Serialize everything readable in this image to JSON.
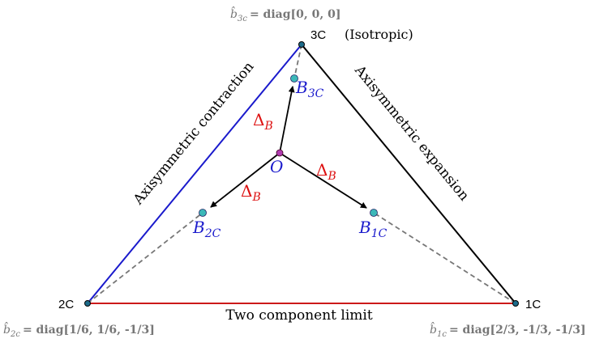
{
  "diagram": {
    "vertices": {
      "top": {
        "label": "3C",
        "annotation": "(Isotropic)",
        "tensor_symbol": "b̂",
        "tensor_sub": "3c",
        "tensor_value": "= diag[0, 0, 0]"
      },
      "left": {
        "label": "2C",
        "tensor_symbol": "b̂",
        "tensor_sub": "2c",
        "tensor_value": "= diag[1/6, 1/6, -1/3]"
      },
      "right": {
        "label": "1C",
        "tensor_symbol": "b̂",
        "tensor_sub": "1c",
        "tensor_value": "= diag[2/3, -1/3, -1/3]"
      }
    },
    "edges": {
      "left": "Axisymmetric contraction",
      "right": "Axisymmetric expansion",
      "bottom": "Two component limit"
    },
    "center": {
      "label": "O"
    },
    "points": {
      "b3c": {
        "main": "B",
        "sub": "3C"
      },
      "b2c": {
        "main": "B",
        "sub": "2C"
      },
      "b1c": {
        "main": "B",
        "sub": "1C"
      }
    },
    "delta": {
      "main": "Δ",
      "sub": "B"
    },
    "colors": {
      "contraction_edge": "#1a1acc",
      "expansion_edge": "#000000",
      "two_component_edge": "#cc1a1a",
      "point_label": "#1a1acc",
      "delta_label": "#dd1111",
      "gray_text": "#777777",
      "point_fill": "#3cb8b8",
      "center_fill": "#b03cb0"
    }
  }
}
